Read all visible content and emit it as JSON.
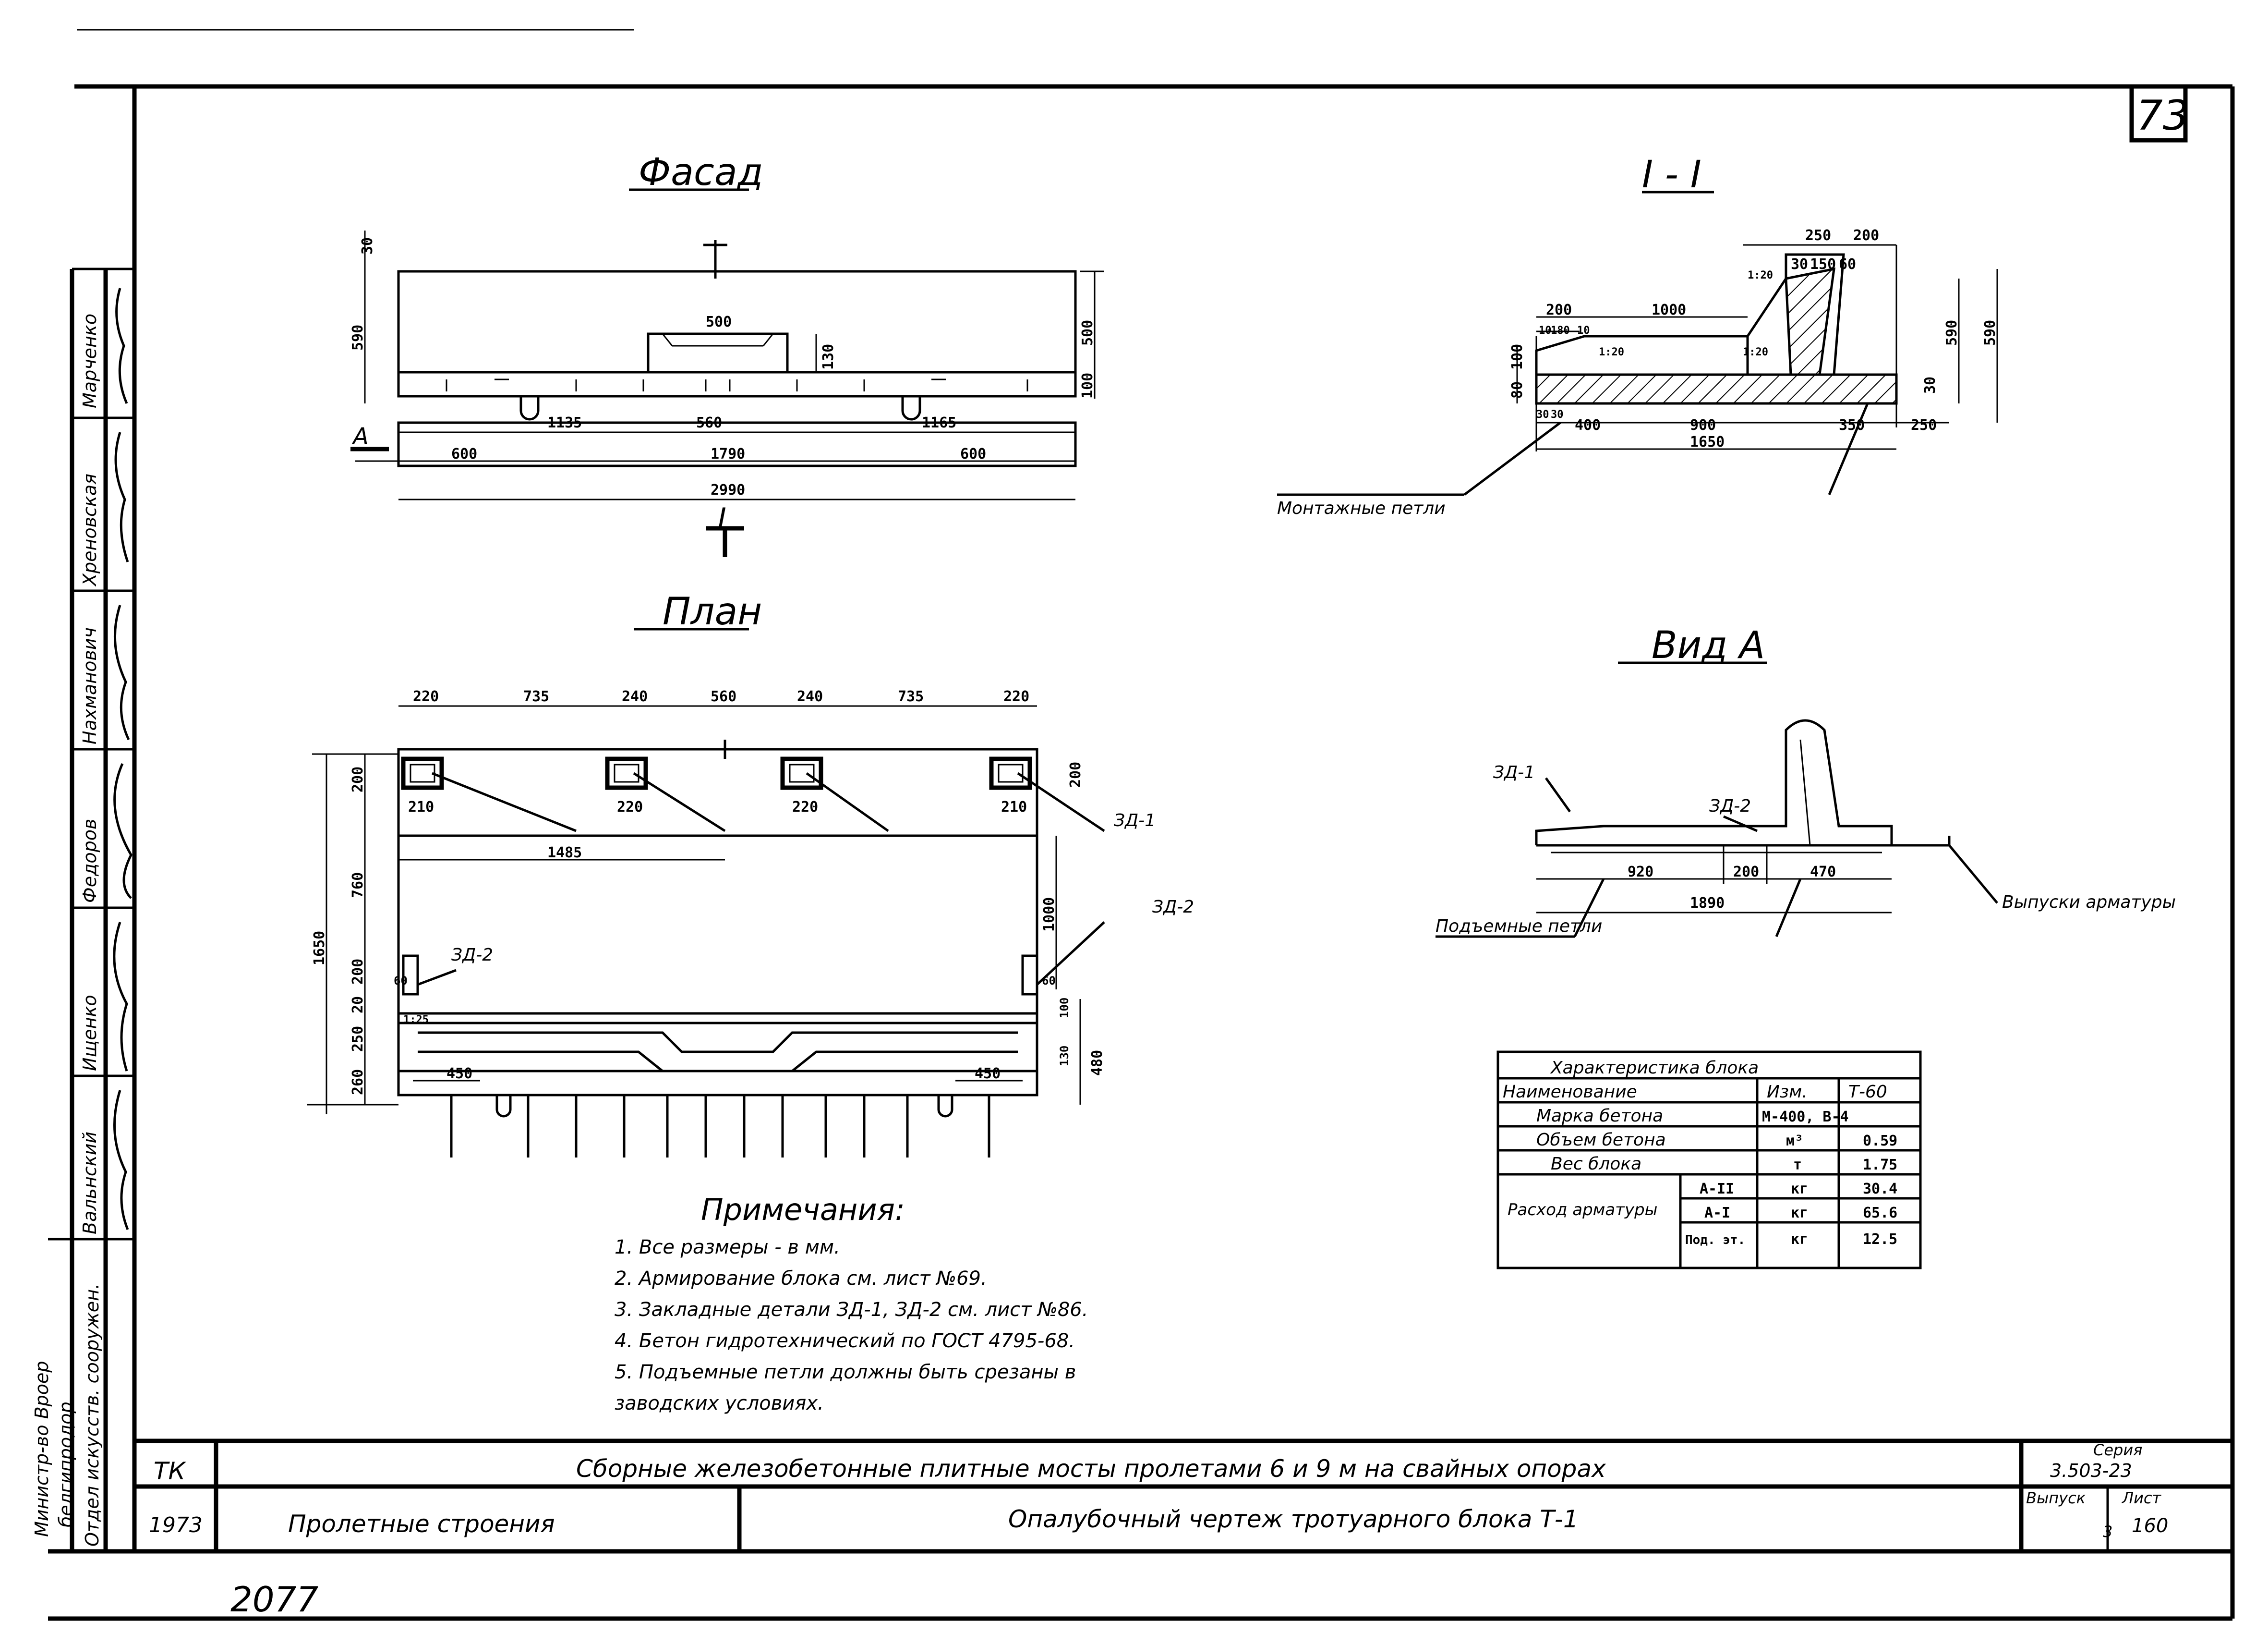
{
  "sheet": {
    "number": "73",
    "bottom_stamp": "2077"
  },
  "sidebar": {
    "names": [
      "Марченко",
      "Хреновская",
      "Нахманович",
      "Федоров",
      "Ищенко",
      "Вальнский"
    ],
    "org_lines": [
      "Министр-во Вроер",
      "белгипродор",
      "Отдел искусств. сооружен."
    ]
  },
  "facade": {
    "title": "Фасад",
    "dims": [
      "500",
      "590",
      "500",
      "130",
      "30",
      "100",
      "1135",
      "560",
      "1165",
      "600",
      "1790",
      "600",
      "2990"
    ],
    "section_mark": "I",
    "view_mark": "А"
  },
  "section": {
    "title": "I - I",
    "dims": [
      "250",
      "200",
      "30",
      "150",
      "60",
      "200",
      "1000",
      "10",
      "180",
      "10",
      "100",
      "80",
      "590",
      "590",
      "30",
      "30",
      "400",
      "900",
      "350",
      "250",
      "1650",
      "30"
    ],
    "marks": [
      "1:20",
      "1:20",
      "1:20"
    ],
    "callout": "Монтажные петли"
  },
  "plan": {
    "title": "План",
    "top_dims": [
      "220",
      "735",
      "240",
      "560",
      "240",
      "735",
      "220"
    ],
    "left_dims": [
      "1650",
      "200",
      "760",
      "200",
      "20",
      "250",
      "260"
    ],
    "inner_dims": [
      "210",
      "220",
      "220",
      "210",
      "1485",
      "1000",
      "200",
      "450",
      "450",
      "60",
      "60",
      "480",
      "130",
      "100"
    ],
    "slope": "1:25",
    "callouts": [
      "ЗД-1",
      "ЗД-2",
      "ЗД-2"
    ]
  },
  "view_a": {
    "title": "Вид А",
    "dims": [
      "920",
      "200",
      "470",
      "1890"
    ],
    "callouts": [
      "ЗД-1",
      "ЗД-2",
      "Подъемные петли",
      "Выпуски арматуры"
    ]
  },
  "characteristics": {
    "title": "Характеристика блока",
    "header": [
      "Наименование",
      "Изм.",
      "Т-60"
    ],
    "rows": [
      [
        "Марка бетона",
        "",
        "М-400, В-4"
      ],
      [
        "Объем бетона",
        "м³",
        "0.59"
      ],
      [
        "Вес блока",
        "т",
        "1.75"
      ]
    ],
    "rebar_label": "Расход арматуры",
    "rebar_rows": [
      [
        "А-II",
        "кг",
        "30.4"
      ],
      [
        "А-I",
        "кг",
        "65.6"
      ],
      [
        "Под. эт.",
        "кг",
        "12.5"
      ]
    ]
  },
  "notes": {
    "title": "Примечания:",
    "items": [
      "1.  Все размеры - в мм.",
      "2.  Армирование блока см. лист №69.",
      "3.  Закладные детали ЗД-1, ЗД-2 см. лист №86.",
      "4.  Бетон гидротехнический по ГОСТ 4795-68.",
      "5.  Подъемные петли должны быть срезаны в",
      "     заводских условиях."
    ]
  },
  "title_block": {
    "code": "ТК",
    "year": "1973",
    "main_title": "Сборные железобетонные плитные мосты пролетами 6 и 9 м на свайных опорах",
    "part": "Пролетные строения",
    "drawing": "Опалубочный чертеж тротуарного блока Т-1",
    "series_label": "Серия",
    "series": "3.503-23",
    "issue_label": "Выпуск",
    "issue": "3",
    "sheet_label": "Лист",
    "sheet": "160"
  }
}
